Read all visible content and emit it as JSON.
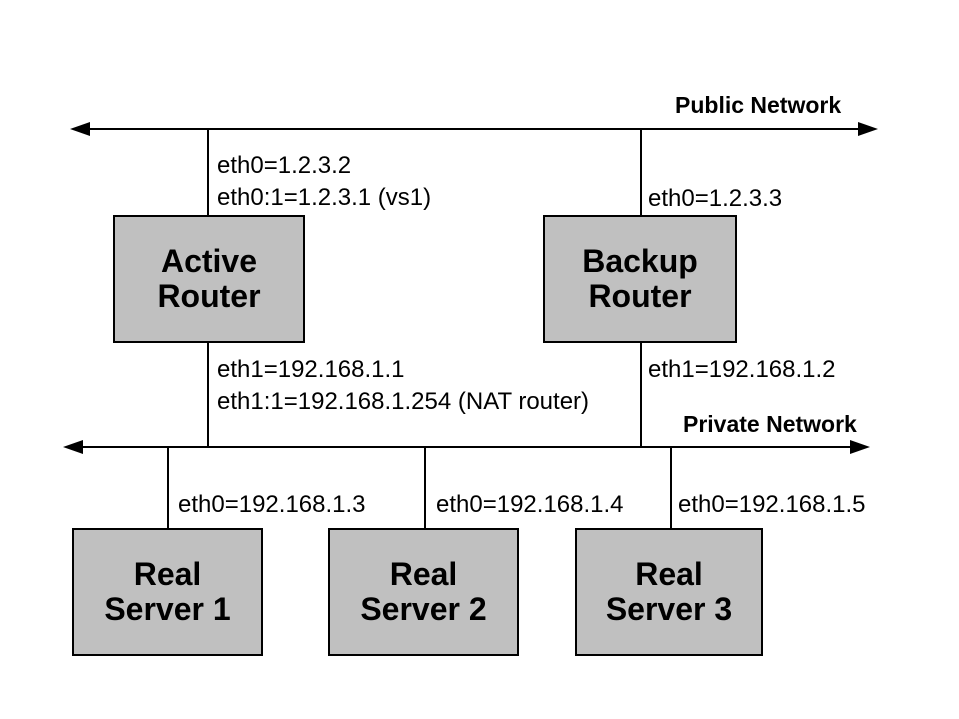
{
  "colors": {
    "background": "#ffffff",
    "node_fill": "#c0c0c0",
    "line": "#000000",
    "text": "#000000"
  },
  "networks": {
    "public": {
      "label": "Public Network"
    },
    "private": {
      "label": "Private Network"
    }
  },
  "nodes": {
    "active_router": {
      "line1": "Active",
      "line2": "Router"
    },
    "backup_router": {
      "line1": "Backup",
      "line2": "Router"
    },
    "real_server_1": {
      "line1": "Real",
      "line2": "Server 1"
    },
    "real_server_2": {
      "line1": "Real",
      "line2": "Server 2"
    },
    "real_server_3": {
      "line1": "Real",
      "line2": "Server 3"
    }
  },
  "interfaces": {
    "active_router_eth0": "eth0=1.2.3.2",
    "active_router_eth0_alias": "eth0:1=1.2.3.1 (vs1)",
    "backup_router_eth0": "eth0=1.2.3.3",
    "active_router_eth1": "eth1=192.168.1.1",
    "active_router_eth1_alias": "eth1:1=192.168.1.254 (NAT router)",
    "backup_router_eth1": "eth1=192.168.1.2",
    "real_server_1_eth0": "eth0=192.168.1.3",
    "real_server_2_eth0": "eth0=192.168.1.4",
    "real_server_3_eth0": "eth0=192.168.1.5"
  }
}
